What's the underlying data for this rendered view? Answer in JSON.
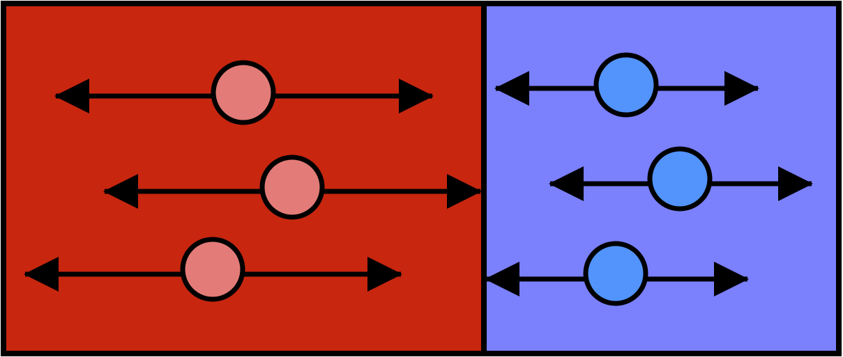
{
  "colors": {
    "left_region_fill": "#c8260f",
    "right_region_fill": "#7b80fc",
    "left_particle_fill": "#e37b78",
    "right_particle_fill": "#5294fc",
    "outline": "#000000"
  },
  "regions": [
    {
      "id": "left",
      "particles": 3
    },
    {
      "id": "right",
      "particles": 3
    }
  ]
}
